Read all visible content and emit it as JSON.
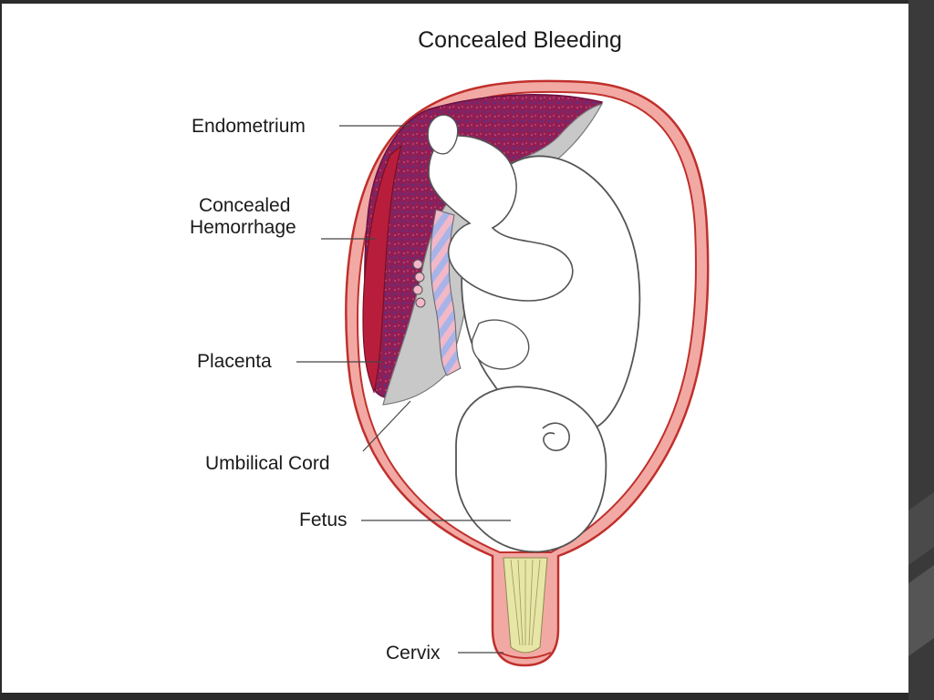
{
  "title": "Concealed Bleeding",
  "labels": {
    "endometrium": "Endometrium",
    "concealed_line1": "Concealed",
    "concealed_line2": "Hemorrhage",
    "placenta": "Placenta",
    "umbilical_cord": "Umbilical Cord",
    "fetus": "Fetus",
    "cervix": "Cervix"
  },
  "colors": {
    "uterine_wall": "#f2a9a4",
    "wall_outline": "#c0302c",
    "hemorrhage": "#b81e3c",
    "placenta": "#8e1f56",
    "membrane": "#c8c8c8",
    "cervix_canal": "#e8e6a6",
    "frame": "#2b2b2b"
  }
}
